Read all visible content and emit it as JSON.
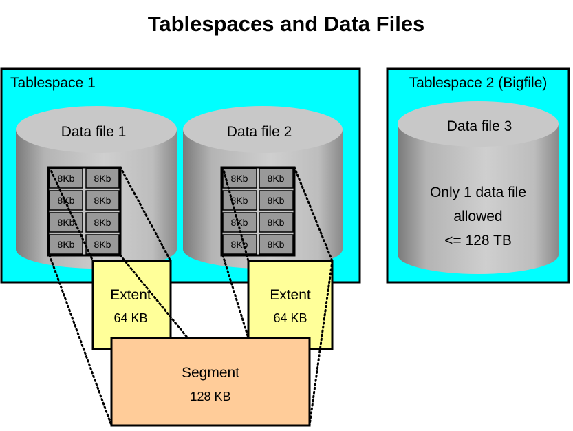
{
  "title": "Tablespaces and Data Files",
  "colors": {
    "tablespace_fill": "#00ffff",
    "extent_fill": "#ffff99",
    "segment_fill": "#ffcc99",
    "cylinder_gray": "#c0c0c0",
    "block_fill": "#999999"
  },
  "tablespace1": {
    "label": "Tablespace 1",
    "datafile1": {
      "label": "Data file 1",
      "blocks": [
        "8Kb",
        "8Kb",
        "8Kb",
        "8Kb",
        "8Kb",
        "8Kb",
        "8Kb",
        "8Kb"
      ]
    },
    "datafile2": {
      "label": "Data file 2",
      "blocks": [
        "8Kb",
        "8Kb",
        "8Kb",
        "8Kb",
        "8Kb",
        "8Kb",
        "8Kb",
        "8Kb"
      ]
    }
  },
  "tablespace2": {
    "label": "Tablespace 2 (Bigfile)",
    "datafile3": {
      "label": "Data file 3",
      "note_lines": [
        "Only 1 data file",
        "allowed",
        "<= 128 TB"
      ]
    }
  },
  "extent1": {
    "label": "Extent",
    "size": "64 KB"
  },
  "extent2": {
    "label": "Extent",
    "size": "64 KB"
  },
  "segment": {
    "label": "Segment",
    "size": "128 KB"
  }
}
